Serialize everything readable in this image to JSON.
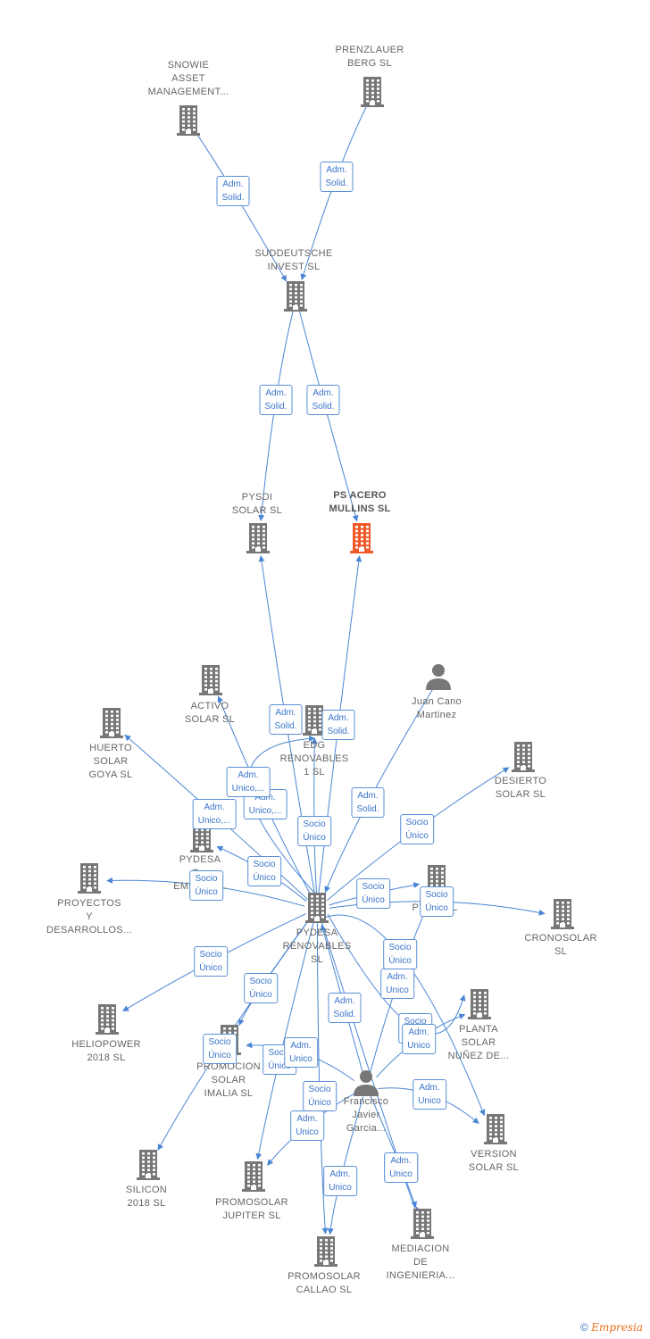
{
  "colors": {
    "edge": "#4a86d4",
    "node": "#777777",
    "main": "#f05a28"
  },
  "nodes": [
    {
      "id": "snowie",
      "label": "SNOWIE\nASSET\nMANAGEMENT...",
      "type": "company"
    },
    {
      "id": "prenzlauer",
      "label": "PRENZLAUER\nBERG  SL",
      "type": "company"
    },
    {
      "id": "suddeutsche",
      "label": "SUDDEUTSCHE\nINVEST SL",
      "type": "company"
    },
    {
      "id": "pysdi",
      "label": "PYSDI\nSOLAR  SL",
      "type": "company"
    },
    {
      "id": "psacero",
      "label": "PS ACERO\nMULLINS  SL",
      "type": "main"
    },
    {
      "id": "activo",
      "label": "ACTIVO\nSOLAR  SL",
      "type": "company"
    },
    {
      "id": "huerto",
      "label": "HUERTO\nSOLAR\nGOYA  SL",
      "type": "company"
    },
    {
      "id": "edg",
      "label": "EDG\nRENOVABLES\n1  SL",
      "type": "company"
    },
    {
      "id": "juancano",
      "label": "Juan Cano\nMartinez",
      "type": "person"
    },
    {
      "id": "desierto",
      "label": "DESIERTO\nSOLAR  SL",
      "type": "company"
    },
    {
      "id": "pydesag",
      "label": "PYDESA\nG...\nEMPR...L...",
      "type": "company"
    },
    {
      "id": "proyectos",
      "label": "PROYECTOS\nY\nDESARROLLOS...",
      "type": "company"
    },
    {
      "id": "pydesa",
      "label": "PYDESA\nRENOVABLES\nSL",
      "type": "company"
    },
    {
      "id": "pyd",
      "label": "PYD...  SL",
      "type": "company"
    },
    {
      "id": "cronosolar",
      "label": "CRONOSOLAR\nSL",
      "type": "company"
    },
    {
      "id": "heliopower",
      "label": "HELIOPOWER\n2018  SL",
      "type": "company"
    },
    {
      "id": "promimalia",
      "label": "PROMOCION\nSOLAR\nIMALIA  SL",
      "type": "company"
    },
    {
      "id": "planta",
      "label": "PLANTA\nSOLAR\nNUÑEZ DE...",
      "type": "company"
    },
    {
      "id": "francisco",
      "label": "Francisco\nJavier\nGarcia...",
      "type": "person"
    },
    {
      "id": "version",
      "label": "VERSION\nSOLAR  SL",
      "type": "company"
    },
    {
      "id": "silicon",
      "label": "SILICON\n2018  SL",
      "type": "company"
    },
    {
      "id": "jupiter",
      "label": "PROMOSOLAR\nJUPITER  SL",
      "type": "company"
    },
    {
      "id": "mediacion",
      "label": "MEDIACION\nDE\nINGENIERIA...",
      "type": "company"
    },
    {
      "id": "callao",
      "label": "PROMOSOLAR\nCALLAO  SL",
      "type": "company"
    }
  ],
  "edges": [
    {
      "from": "snowie",
      "to": "suddeutsche",
      "label": "Adm.\nSolid."
    },
    {
      "from": "prenzlauer",
      "to": "suddeutsche",
      "label": "Adm.\nSolid."
    },
    {
      "from": "suddeutsche",
      "to": "pysdi",
      "label": "Adm.\nSolid."
    },
    {
      "from": "suddeutsche",
      "to": "psacero",
      "label": "Adm.\nSolid."
    },
    {
      "from": "pydesa",
      "to": "pysdi",
      "label": "Adm.\nSolid."
    },
    {
      "from": "pydesa",
      "to": "psacero",
      "label": "Adm.\nSolid."
    },
    {
      "from": "pydesa",
      "to": "activo",
      "label": "Adm.\nUnico,..."
    },
    {
      "from": "pydesa",
      "to": "huerto",
      "label": "Adm.\nUnico,..."
    },
    {
      "from": "pydesa",
      "to": "edg",
      "label": "Adm.\nUnico,..."
    },
    {
      "from": "pydesa",
      "to": "edg",
      "label": "Socio\nÚnico"
    },
    {
      "from": "juancano",
      "to": "pydesa",
      "label": "Adm.\nSolid."
    },
    {
      "from": "pydesa",
      "to": "desierto",
      "label": "Socio\nÚnico"
    },
    {
      "from": "pydesa",
      "to": "pydesag",
      "label": "Socio\nÚnico"
    },
    {
      "from": "pydesa",
      "to": "proyectos",
      "label": "Socio\nÚnico"
    },
    {
      "from": "pydesa",
      "to": "pyd",
      "label": "Socio\nÚnico"
    },
    {
      "from": "pydesa",
      "to": "cronosolar",
      "label": "Socio\nÚnico"
    },
    {
      "from": "pydesa",
      "to": "heliopower",
      "label": "Socio\nÚnico"
    },
    {
      "from": "pydesa",
      "to": "promimalia",
      "label": "Socio\nÚnico"
    },
    {
      "from": "pydesa",
      "to": "planta",
      "label": "Socio\nÚnico"
    },
    {
      "from": "pydesa",
      "to": "silicon",
      "label": "Socio\nÚnico"
    },
    {
      "from": "pydesa",
      "to": "jupiter",
      "label": "Socio\nÚnico"
    },
    {
      "from": "pydesa",
      "to": "callao",
      "label": "Socio\nÚnico"
    },
    {
      "from": "pydesa",
      "to": "version",
      "label": "Socio\nÚnico"
    },
    {
      "from": "pydesa",
      "to": "mediacion",
      "label": "Socio\nÚnico"
    },
    {
      "from": "francisco",
      "to": "pydesa",
      "label": "Adm.\nSolid."
    },
    {
      "from": "francisco",
      "to": "pyd",
      "label": "Adm.\nUnico"
    },
    {
      "from": "francisco",
      "to": "planta",
      "label": "Adm.\nUnico"
    },
    {
      "from": "francisco",
      "to": "version",
      "label": "Adm.\nUnico"
    },
    {
      "from": "francisco",
      "to": "mediacion",
      "label": "Adm.\nUnico"
    },
    {
      "from": "francisco",
      "to": "jupiter",
      "label": "Adm.\nUnico"
    },
    {
      "from": "francisco",
      "to": "callao",
      "label": "Adm.\nUnico"
    },
    {
      "from": "francisco",
      "to": "promimalia",
      "label": "Adm.\nUnico"
    }
  ],
  "footer": {
    "copyright": "©",
    "brand": "Empresia"
  }
}
